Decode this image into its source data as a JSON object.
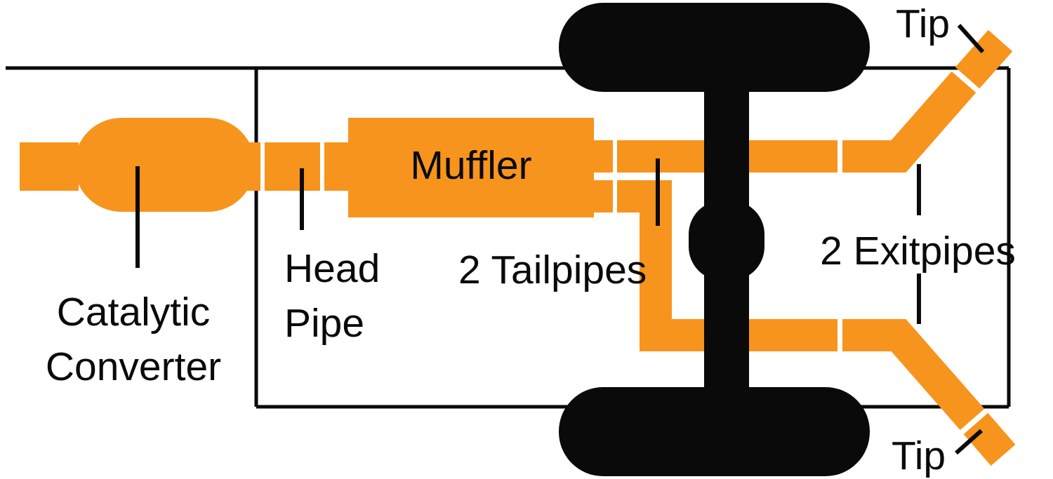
{
  "diagram": {
    "labels": {
      "muffler": "Muffler",
      "head_pipe_line1": "Head",
      "head_pipe_line2": "Pipe",
      "catalytic_line1": "Catalytic",
      "catalytic_line2": "Converter",
      "tailpipes": "2 Tailpipes",
      "exitpipes": "2 Exitpipes",
      "tip_top": "Tip",
      "tip_bottom": "Tip"
    },
    "colors": {
      "pipe_orange": "#F7941D",
      "line_black": "#0A0A0A",
      "background": "#FFFFFF"
    }
  }
}
